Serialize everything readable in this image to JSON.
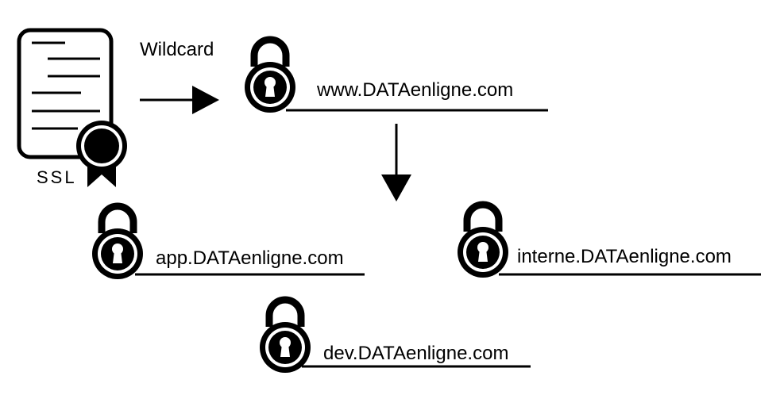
{
  "certificate": {
    "label": "SSL",
    "icon": "ssl-certificate-icon"
  },
  "wildcard_label": "Wildcard",
  "domains": {
    "root": "www.DATAenligne.com",
    "app": "app.DATAenligne.com",
    "interne": "interne.DATAenligne.com",
    "dev": "dev.DATAenligne.com"
  },
  "icons": {
    "lock": "padlock-icon",
    "arrow": "arrow-icon"
  },
  "colors": {
    "ink": "#000000",
    "background": "#ffffff"
  }
}
